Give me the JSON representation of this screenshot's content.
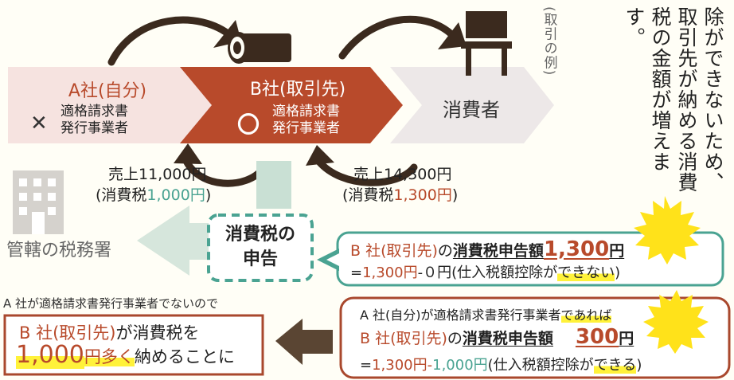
{
  "companies": {
    "a_name": "A社(自分)",
    "a_mark": "✕",
    "a_status": "適格請求書\n発行事業者",
    "b_name": "B社(取引先)",
    "b_mark": "〇",
    "b_status": "適格請求書\n発行事業者",
    "consumer": "消費者"
  },
  "sales": {
    "a_to_b_amount": "売上11,000円",
    "a_to_b_tax_prefix": "(消費税",
    "a_to_b_tax_value": "1,000円",
    "a_to_b_tax_suffix": ")",
    "b_to_c_amount": "売上14,300円",
    "b_to_c_tax_prefix": "(消費税",
    "b_to_c_tax_value": "1,300円",
    "b_to_c_tax_suffix": ")"
  },
  "example_label": "(取引の例)",
  "side_note": "除ができないため、取引先が納める消費税の金額が増えます。",
  "tax_office": "管轄の税務署",
  "declaration": {
    "line1": "消費税の",
    "line2": "申告"
  },
  "green_box": {
    "line1_a": "B 社(取引先)",
    "line1_b": "の",
    "line1_c": "消費税申告額",
    "line1_d": "1,300",
    "line1_e": "円",
    "line2_a": "=",
    "line2_b": "1,300円",
    "line2_c": "-０円(仕入税額控除が",
    "line2_d": "できない",
    "line2_e": ")"
  },
  "condition_note": "A 社が適格請求書発行事業者でないので",
  "result_box": {
    "line1_a": "B 社(取引先)",
    "line1_b": "が消費税を",
    "line2_a": "1,000",
    "line2_b": "円多く",
    "line2_c": "納めることに"
  },
  "red_box": {
    "line1_a": "A 社(自分)が適格請求書発行事業者",
    "line1_b": "であれば",
    "line2_a": "B 社(取引先)",
    "line2_b": "の",
    "line2_c": "消費税申告額",
    "line2_d": "300",
    "line2_e": "円",
    "line3_a": "=",
    "line3_b": "1,300円",
    "line3_c": "-",
    "line3_d": "1,000円",
    "line3_e": "(仕入税額控除が",
    "line3_f": "できる",
    "line3_g": ")"
  },
  "colors": {
    "b_company": "#b84a2b",
    "a_company_bg": "#f6e3e0",
    "consumer_bg": "#ede8e8",
    "green": "#4aa392",
    "red_border": "#a9482d",
    "highlight": "#fff23a",
    "burst": "#ffe21a",
    "arrow_dark": "#5a4533",
    "office_arrow": "#d6e6dc"
  }
}
